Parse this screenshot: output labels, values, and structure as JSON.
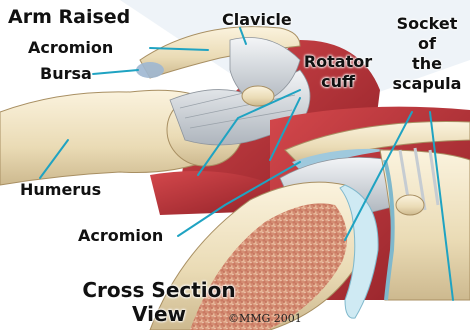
{
  "labels": {
    "arm_raised": "Arm Raised",
    "clavicle": "Clavicle",
    "acromion_top": "Acromion",
    "bursa": "Bursa",
    "rotator_cuff": [
      "Rotator",
      "cuff"
    ],
    "socket": [
      "Socket",
      "of",
      "the",
      "scapula"
    ],
    "humerus": "Humerus",
    "acromion_bottom": "Acromion",
    "cross_section": [
      "Cross Section",
      "View"
    ],
    "copyright": "©MMG 2001"
  },
  "colors": {
    "leader_line": "#1fa3c2",
    "bone": "#f2e6c8",
    "muscle": "#b8343a",
    "tendon": "#d9dde3",
    "cartilage": "#bfe3ef",
    "marrow": "#d98f7a"
  }
}
